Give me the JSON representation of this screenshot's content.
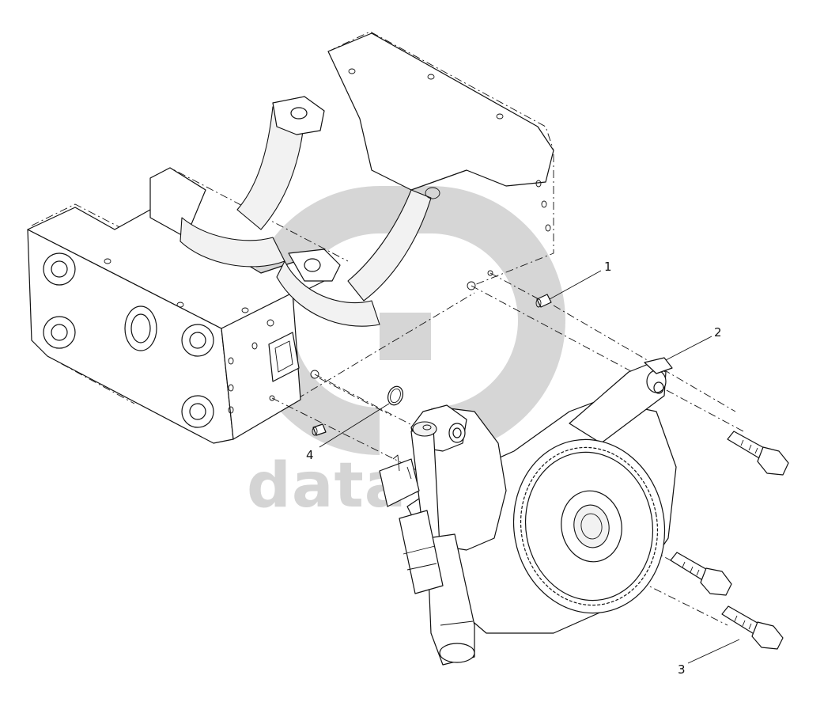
{
  "watermark": {
    "text": "data-parts",
    "color": "#d4d4d4"
  },
  "callouts": [
    {
      "id": "1",
      "label": "1",
      "part": "dowel-pin"
    },
    {
      "id": "2",
      "label": "2",
      "part": "oil-pump-assembly"
    },
    {
      "id": "3",
      "label": "3",
      "part": "bolt"
    },
    {
      "id": "4",
      "label": "4",
      "part": "o-ring"
    }
  ]
}
